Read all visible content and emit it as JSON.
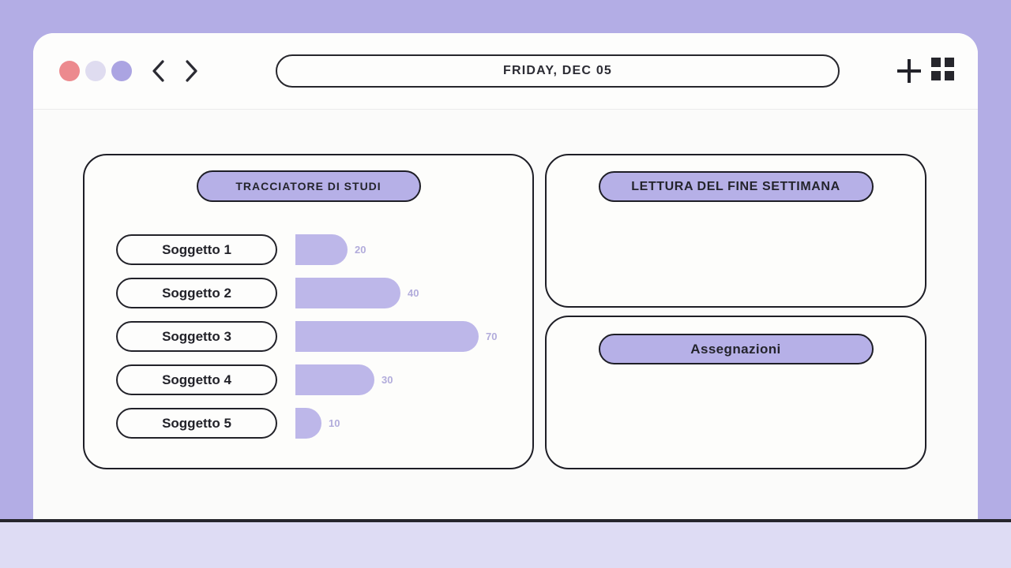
{
  "colors": {
    "background": "#b3ade5",
    "footer_strip": "#dedcf4",
    "outline_dark": "#26262c",
    "accent_pill": "#b6b0e7",
    "bar_fill": "#bdb7e9",
    "bar_value_text": "#b2acdb",
    "traffic_red": "#ec8a8e",
    "traffic_lavender": "#dfdcf0",
    "traffic_purple": "#aba4e2"
  },
  "titlebar": {
    "date_label": "FRIDAY, DEC 05",
    "icons": {
      "back": "chevron-left",
      "forward": "chevron-right",
      "new_tab": "plus",
      "apps": "grid-2x2"
    }
  },
  "panels": {
    "study_tracker_title": "TRACCIATORE DI STUDI",
    "weekend_reading_title": "LETTURA DEL FINE SETTIMANA",
    "assignments_title": "Assegnazioni"
  },
  "chart_data": {
    "type": "bar",
    "orientation": "horizontal",
    "title": "TRACCIATORE DI STUDI",
    "categories": [
      "Soggetto 1",
      "Soggetto 2",
      "Soggetto 3",
      "Soggetto 4",
      "Soggetto 5"
    ],
    "values": [
      20,
      40,
      70,
      30,
      10
    ],
    "value_labels": [
      "20",
      "40",
      "70",
      "30",
      "10"
    ],
    "xlim": [
      0,
      75
    ],
    "pixels_per_unit": 3.32,
    "grid": false,
    "legend": false
  }
}
